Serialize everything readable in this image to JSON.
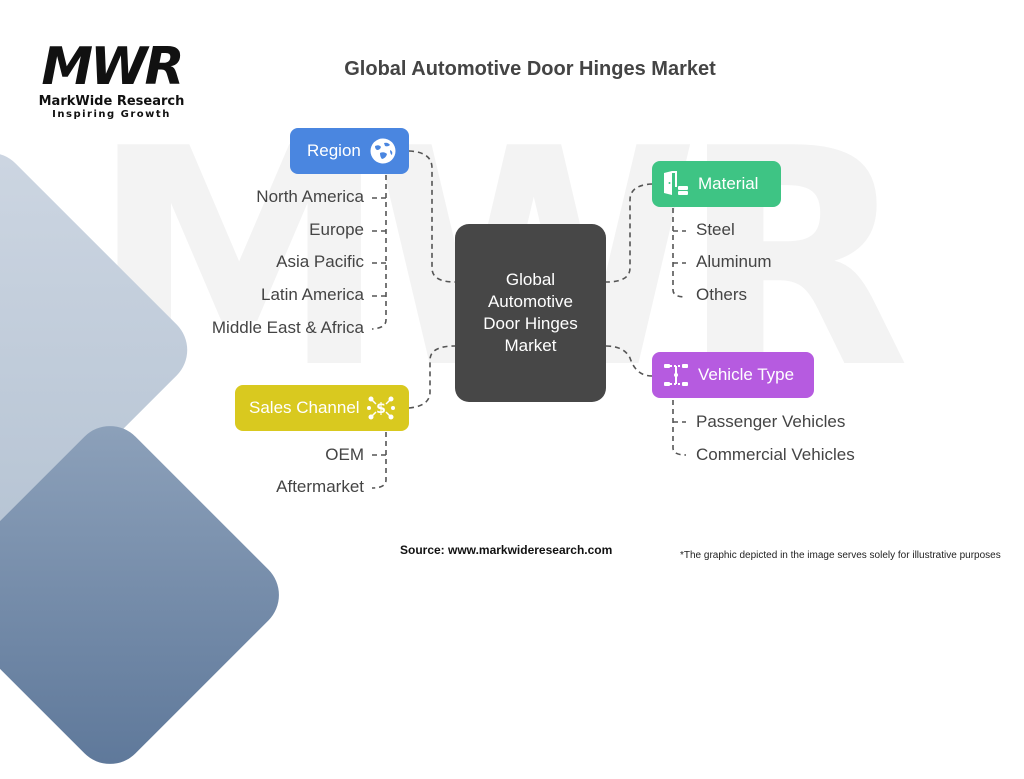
{
  "logo": {
    "mark": "MWR",
    "name": "MarkWide Research",
    "tagline": "Inspiring Growth"
  },
  "title": "Global Automotive Door Hinges Market",
  "center": {
    "lines": [
      "Global",
      "Automotive",
      "Door Hinges",
      "Market"
    ]
  },
  "branches": {
    "region": {
      "label": "Region",
      "icon": "globe-icon",
      "color": "#4a86e0",
      "items": [
        "North America",
        "Europe",
        "Asia Pacific",
        "Latin America",
        "Middle East & Africa"
      ]
    },
    "sales_channel": {
      "label": "Sales Channel",
      "icon": "network-icon",
      "color": "#d9c91f",
      "items": [
        "OEM",
        "Aftermarket"
      ]
    },
    "material": {
      "label": "Material",
      "icon": "door-icon",
      "color": "#3ec484",
      "items": [
        "Steel",
        "Aluminum",
        "Others"
      ]
    },
    "vehicle_type": {
      "label": "Vehicle Type",
      "icon": "chassis-icon",
      "color": "#b65be0",
      "items": [
        "Passenger Vehicles",
        "Commercial Vehicles"
      ]
    }
  },
  "footer": {
    "source": "Source: www.markwideresearch.com",
    "note": "*The graphic depicted in the image serves solely for illustrative purposes"
  },
  "colors": {
    "center_box": "#474747",
    "text": "#444444",
    "connector": "#555555"
  }
}
